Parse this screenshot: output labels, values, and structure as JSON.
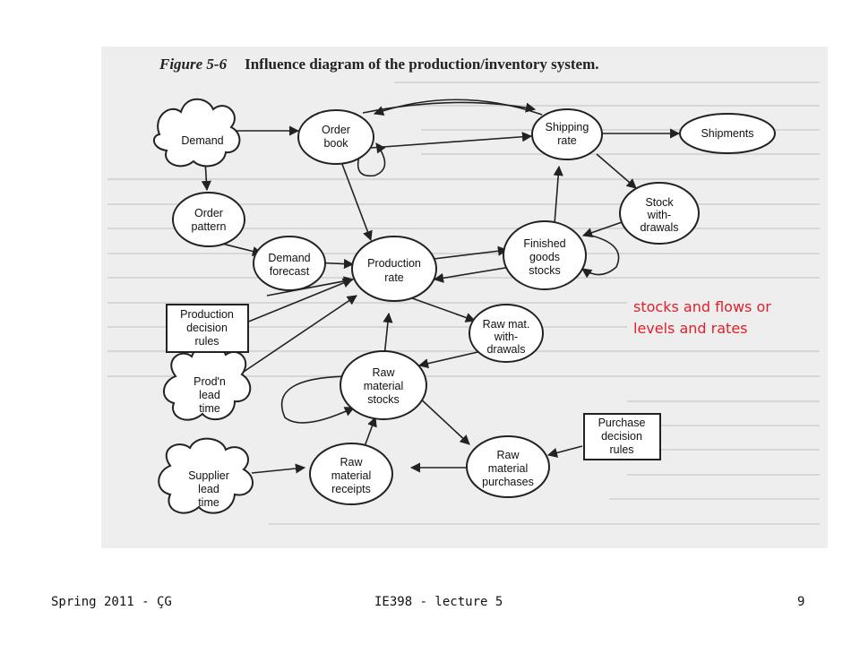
{
  "figure": {
    "number": "Figure 5-6",
    "title": "Influence diagram of the production/inventory system."
  },
  "nodes": {
    "demand": [
      "Demand"
    ],
    "order_book": [
      "Order",
      "book"
    ],
    "shipping_rate": [
      "Shipping",
      "rate"
    ],
    "shipments": [
      "Shipments"
    ],
    "order_pattern": [
      "Order",
      "pattern"
    ],
    "demand_forecast": [
      "Demand",
      "forecast"
    ],
    "production_rate": [
      "Production",
      "rate"
    ],
    "finished_goods": [
      "Finished",
      "goods",
      "stocks"
    ],
    "stock_withdrawals": [
      "Stock",
      "with-",
      "drawals"
    ],
    "production_rules": [
      "Production",
      "decision",
      "rules"
    ],
    "raw_mat_withdrawals": [
      "Raw mat.",
      "with-",
      "drawals"
    ],
    "prod_lead_time": [
      "Prod'n",
      "lead",
      "time"
    ],
    "raw_material_stocks": [
      "Raw",
      "material",
      "stocks"
    ],
    "purchase_rules": [
      "Purchase",
      "decision",
      "rules"
    ],
    "supplier_lead_time": [
      "Supplier",
      "lead",
      "time"
    ],
    "raw_material_receipts": [
      "Raw",
      "material",
      "receipts"
    ],
    "raw_material_purchases": [
      "Raw",
      "material",
      "purchases"
    ]
  },
  "annotation": [
    "stocks and flows or",
    "levels and  rates"
  ],
  "footer": {
    "left": "Spring 2011 - ÇG",
    "center": "IE398 - lecture 5",
    "page": "9"
  },
  "colors": {
    "annotation": "#e0202a",
    "scan_bg": "#eeeeee"
  }
}
